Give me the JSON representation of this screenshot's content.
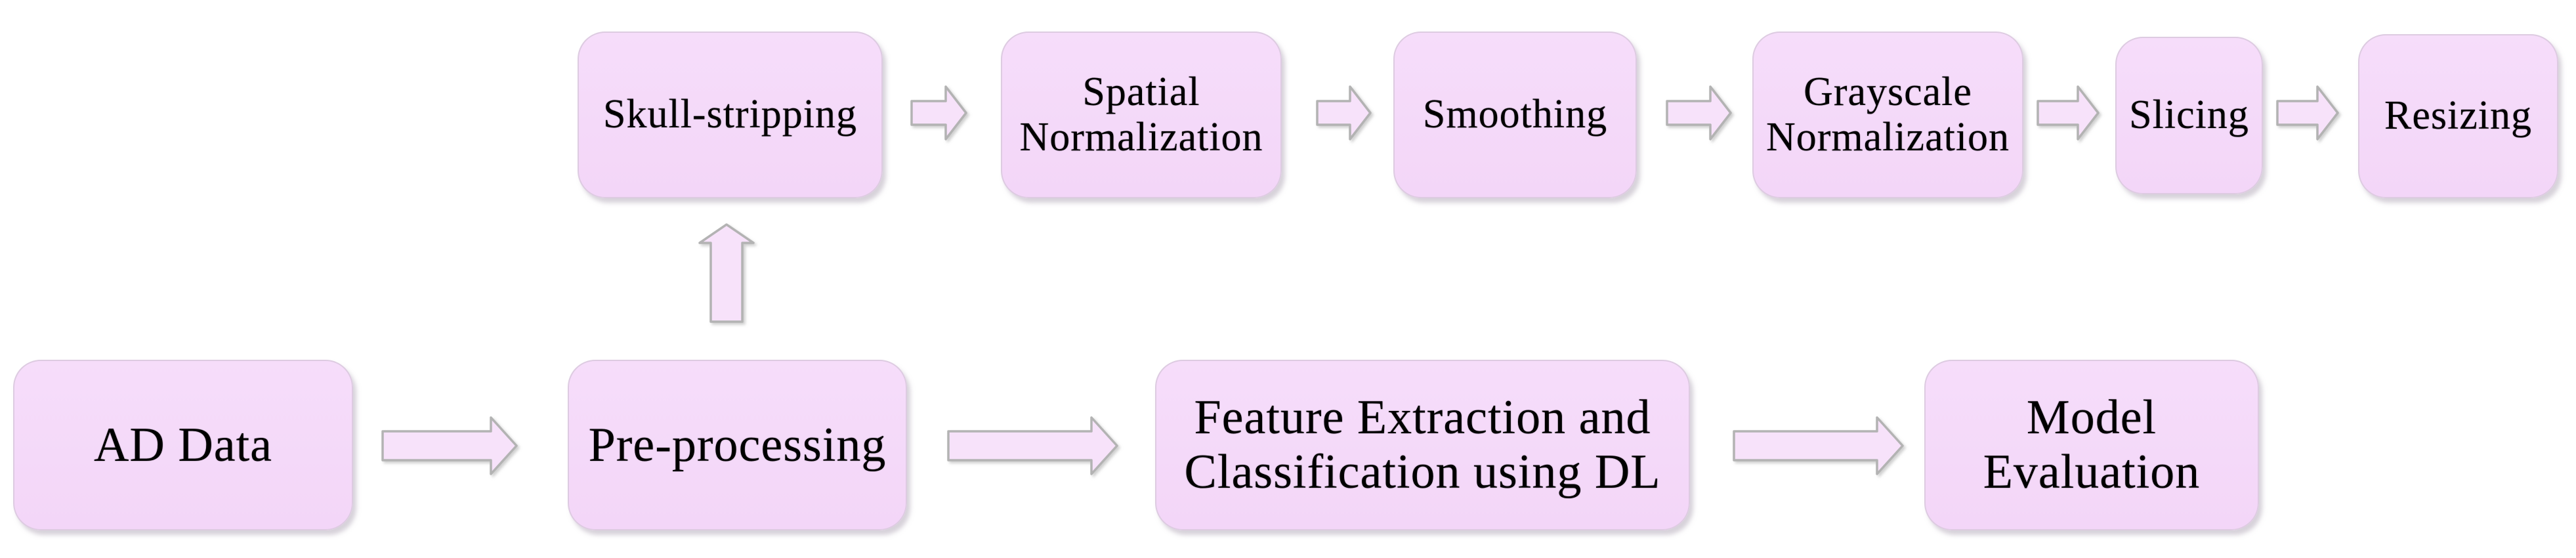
{
  "diagram": {
    "title_implicit": "AD data deep-learning pipeline flowchart",
    "colors": {
      "background": "#ffffff",
      "node_fill": "#f4d9f9",
      "node_border": "#ddcbe1",
      "arrow_fill": "#f7e2fa",
      "arrow_outline": "#b3b3b3",
      "text": "#000000"
    },
    "nodes": {
      "ad_data": {
        "label": "AD Data"
      },
      "pre_processing": {
        "label": "Pre-processing"
      },
      "feature_extraction": {
        "label": "Feature Extraction and\nClassification using DL"
      },
      "model_evaluation": {
        "label": "Model\nEvaluation"
      },
      "skull_stripping": {
        "label": "Skull-stripping"
      },
      "spatial_normalization": {
        "label": "Spatial\nNormalization"
      },
      "smoothing": {
        "label": "Smoothing"
      },
      "grayscale_normalization": {
        "label": "Grayscale\nNormalization"
      },
      "slicing": {
        "label": "Slicing"
      },
      "resizing": {
        "label": "Resizing"
      }
    },
    "flow": [
      {
        "from": "AD Data",
        "to": "Pre-processing"
      },
      {
        "from": "Pre-processing",
        "to": "Skull-stripping"
      },
      {
        "from": "Skull-stripping",
        "to": "Spatial Normalization"
      },
      {
        "from": "Spatial Normalization",
        "to": "Smoothing"
      },
      {
        "from": "Smoothing",
        "to": "Grayscale Normalization"
      },
      {
        "from": "Grayscale Normalization",
        "to": "Slicing"
      },
      {
        "from": "Slicing",
        "to": "Resizing"
      },
      {
        "from": "Pre-processing",
        "to": "Feature Extraction and Classification using DL"
      },
      {
        "from": "Feature Extraction and Classification using DL",
        "to": "Model Evaluation"
      }
    ]
  }
}
